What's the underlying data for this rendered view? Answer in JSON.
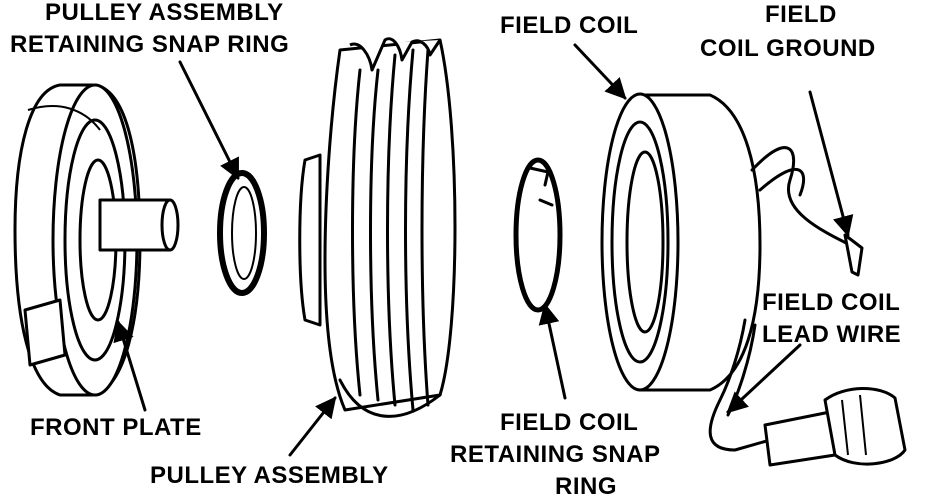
{
  "labels": {
    "pulley_snap_ring_1": "PULLEY ASSEMBLY",
    "pulley_snap_ring_2": "RETAINING SNAP RING",
    "field_coil": "FIELD COIL",
    "field_coil_ground_1": "FIELD",
    "field_coil_ground_2": "COIL GROUND",
    "field_coil_lead_1": "FIELD COIL",
    "field_coil_lead_2": "LEAD WIRE",
    "front_plate": "FRONT PLATE",
    "pulley_assembly": "PULLEY ASSEMBLY",
    "coil_snap_ring_1": "FIELD COIL",
    "coil_snap_ring_2": "RETAINING SNAP",
    "coil_snap_ring_3": "RING"
  },
  "colors": {
    "ink": "#000000",
    "paper": "#ffffff"
  }
}
